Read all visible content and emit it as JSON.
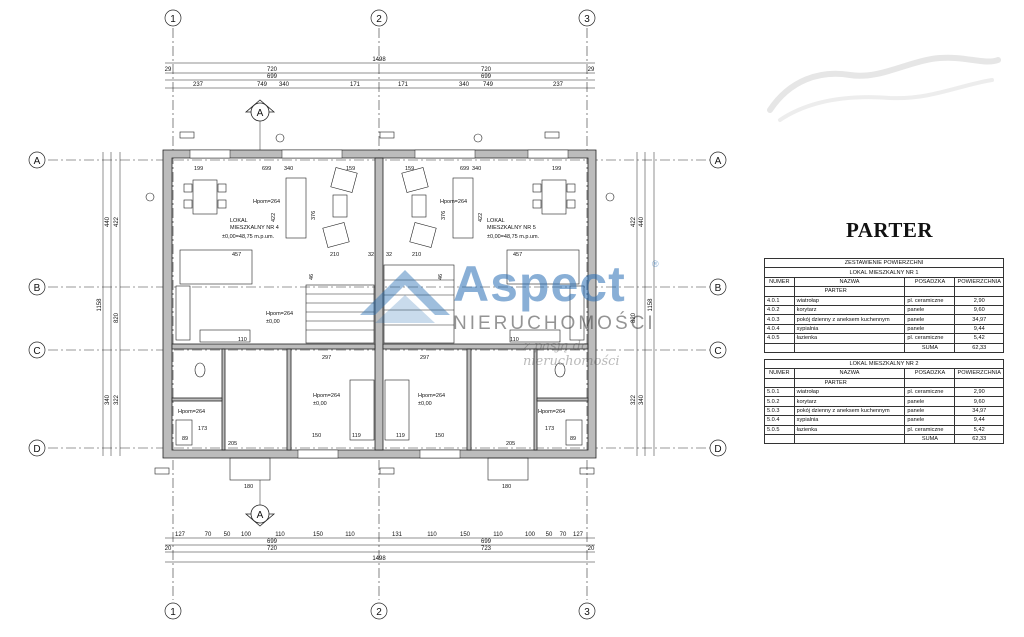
{
  "plan": {
    "axes_vertical": [
      "1",
      "2",
      "3"
    ],
    "axes_horizontal": [
      "A",
      "B",
      "C",
      "D"
    ],
    "section_marker": "A",
    "dim_top": {
      "overall": "1498",
      "halves": [
        "720",
        "720"
      ],
      "inner": [
        "699",
        "699"
      ],
      "ends": [
        "29",
        "29"
      ],
      "parts": [
        "237",
        "749",
        "340",
        "171",
        "171",
        "340",
        "749",
        "237"
      ]
    },
    "dim_bottom": {
      "overall": "1498",
      "halves": [
        "720",
        "723"
      ],
      "inner": [
        "699",
        "699"
      ],
      "ends": [
        "20",
        "20"
      ],
      "parts": [
        "127",
        "70",
        "50",
        "100",
        "110",
        "150",
        "110",
        "131",
        "110",
        "150",
        "110",
        "100",
        "50",
        "70",
        "127"
      ]
    },
    "dim_left": {
      "overall": "1158",
      "parts": [
        "440",
        "422",
        "820",
        "340",
        "322"
      ]
    },
    "dim_right": {
      "overall": "1158",
      "parts": [
        "440",
        "422",
        "820",
        "340",
        "322"
      ]
    },
    "rooms": {
      "left_label": "LOKAL\nMIESZKALNY NR 4",
      "left_area": "±0,00=48,75 m.p.um.",
      "right_label": "LOKAL\nMIESZKALNY NR 5",
      "right_area": "±0,00=48,75 m.p.um.",
      "height_tag": "Hpom=264",
      "level_tag": "±0,00",
      "misc_dims": [
        "699",
        "199",
        "159",
        "340",
        "376",
        "422",
        "210",
        "457",
        "110",
        "297",
        "173",
        "205",
        "180",
        "89",
        "150",
        "119",
        "46",
        "32"
      ]
    }
  },
  "watermark": {
    "brand": "Aspect",
    "sub": "NIERUCHOMOŚCI",
    "script": "z pasją do nieruchomości",
    "reg": "®"
  },
  "title": "PARTER",
  "table": {
    "caption": "ZESTAWIENIE POWIERZCHNI",
    "columns": [
      "NUMER",
      "NAZWA",
      "POSADZKA",
      "POWIERZCHNIA"
    ],
    "units": [
      {
        "name": "LOKAL MIESZKALNY NR 1",
        "floor": "PARTER",
        "rows": [
          {
            "num": "4.0.1",
            "name": "wiatrołap",
            "floor": "pl. ceramiczne",
            "area": "2,90"
          },
          {
            "num": "4.0.2",
            "name": "korytarz",
            "floor": "panele",
            "area": "9,60"
          },
          {
            "num": "4.0.3",
            "name": "pokój dzienny z aneksem kuchennym",
            "floor": "panele",
            "area": "34,97"
          },
          {
            "num": "4.0.4",
            "name": "sypialnia",
            "floor": "panele",
            "area": "9,44"
          },
          {
            "num": "4.0.5",
            "name": "łazienka",
            "floor": "pl. ceramiczne",
            "area": "5,42"
          }
        ],
        "sum_label": "SUMA",
        "sum": "62,33"
      },
      {
        "name": "LOKAL MIESZKALNY NR 2",
        "floor": "PARTER",
        "rows": [
          {
            "num": "5.0.1",
            "name": "wiatrołap",
            "floor": "pl. ceramiczne",
            "area": "2,90"
          },
          {
            "num": "5.0.2",
            "name": "korytarz",
            "floor": "panele",
            "area": "9,60"
          },
          {
            "num": "5.0.3",
            "name": "pokój dzienny z aneksem kuchennym",
            "floor": "panele",
            "area": "34,97"
          },
          {
            "num": "5.0.4",
            "name": "sypialnia",
            "floor": "panele",
            "area": "9,44"
          },
          {
            "num": "5.0.5",
            "name": "łazienka",
            "floor": "pl. ceramiczne",
            "area": "5,42"
          }
        ],
        "sum_label": "SUMA",
        "sum": "62,33"
      }
    ]
  },
  "colors": {
    "watermark_blue": "#286eb4",
    "wall_fill": "#bcbcbc"
  }
}
